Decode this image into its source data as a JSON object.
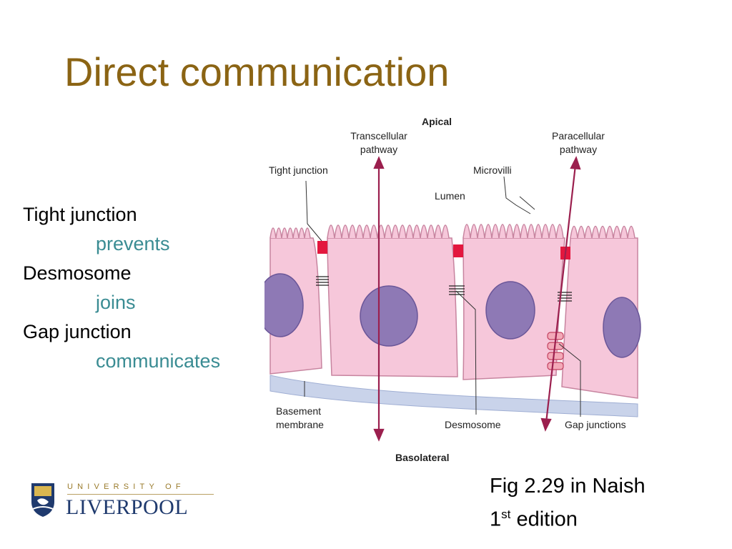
{
  "slide": {
    "title": "Direct communication",
    "items": [
      {
        "term": "Tight junction",
        "verb": "prevents"
      },
      {
        "term": "Desmosome",
        "verb": "joins"
      },
      {
        "term": "Gap junction",
        "verb": "communicates"
      }
    ],
    "figure_ref": {
      "line1": "Fig 2.29 in Naish",
      "ordinal_num": "1",
      "ordinal_sup": "st",
      "edition": "edition"
    }
  },
  "diagram": {
    "apical": "Apical",
    "basolateral": "Basolateral",
    "transcellular_1": "Transcellular",
    "transcellular_2": "pathway",
    "paracellular_1": "Paracellular",
    "paracellular_2": "pathway",
    "tight_junction": "Tight junction",
    "microvilli": "Microvilli",
    "lumen": "Lumen",
    "basement_1": "Basement",
    "basement_2": "membrane",
    "desmosome": "Desmosome",
    "gap_junctions": "Gap junctions"
  },
  "logo": {
    "university_of": "UNIVERSITY OF",
    "liverpool": "LIVERPOOL"
  },
  "colors": {
    "title": "#8B6414",
    "verb": "#3A8C93",
    "cell": "#F6C7DA",
    "nucleus": "#8E79B5",
    "arrow": "#9B1F4E",
    "tight_junction": "#E3173E",
    "basement": "#C9D3EA"
  }
}
